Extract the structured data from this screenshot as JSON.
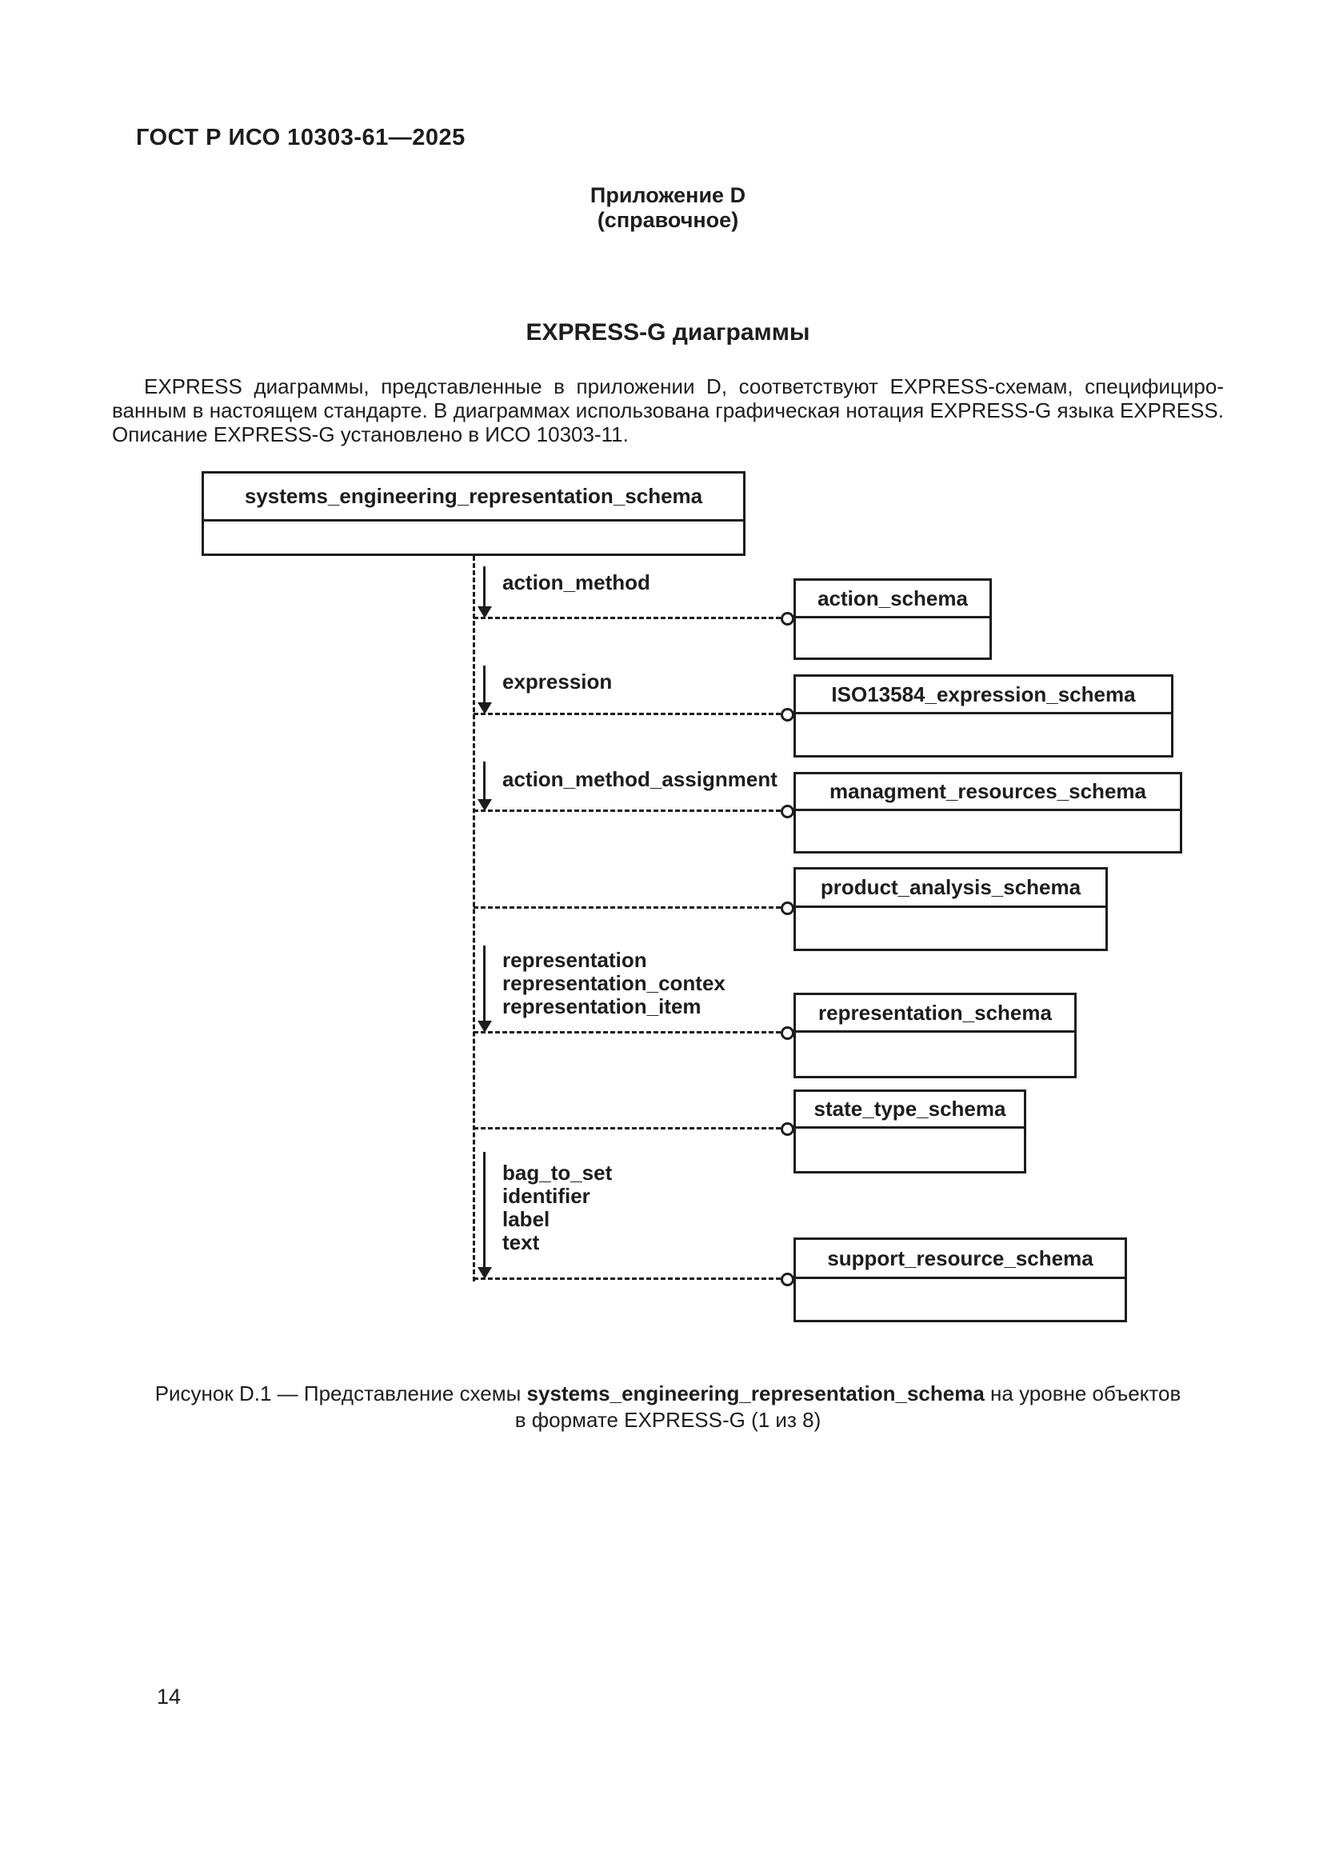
{
  "header": {
    "doc_code": "ГОСТ Р ИСО 10303-61—2025"
  },
  "appendix": {
    "title": "Приложение D",
    "subtitle": "(справочное)"
  },
  "section": {
    "title": "EXPRESS-G диаграммы"
  },
  "paragraph": {
    "lines": [
      "EXPRESS диаграммы, представленные в приложении D, соответствуют EXPRESS-схемам, специфициро-",
      "ванным в настоящем стандарте. В диаграммах использована графическая нотация EXPRESS-G языка EXPRESS.",
      "Описание EXPRESS-G установлено в ИСО 10303-11."
    ]
  },
  "diagram": {
    "root_box": {
      "title": "systems_engineering_representation_schema"
    },
    "connections": [
      {
        "labels": [
          "action_method"
        ],
        "target": "action_schema"
      },
      {
        "labels": [
          "expression"
        ],
        "target": "ISO13584_expression_schema"
      },
      {
        "labels": [
          "action_method_assignment"
        ],
        "target": "managment_resources_schema"
      },
      {
        "labels": [],
        "target": "product_analysis_schema"
      },
      {
        "labels": [
          "representation",
          "representation_contex",
          "representation_item"
        ],
        "target": "representation_schema"
      },
      {
        "labels": [],
        "target": "state_type_schema"
      },
      {
        "labels": [
          "bag_to_set",
          "identifier",
          "label",
          "text"
        ],
        "target": "support_resource_schema"
      }
    ]
  },
  "caption": {
    "line1_prefix": "Рисунок D.1 — Представление схемы ",
    "line1_bold": "systems_engineering_representation_schema",
    "line1_suffix": " на уровне объектов",
    "line2": "в формате EXPRESS-G (1 из 8)"
  },
  "footer": {
    "page_number": "14"
  },
  "colors": {
    "ink": "#1d1d1d",
    "paper": "#ffffff"
  }
}
